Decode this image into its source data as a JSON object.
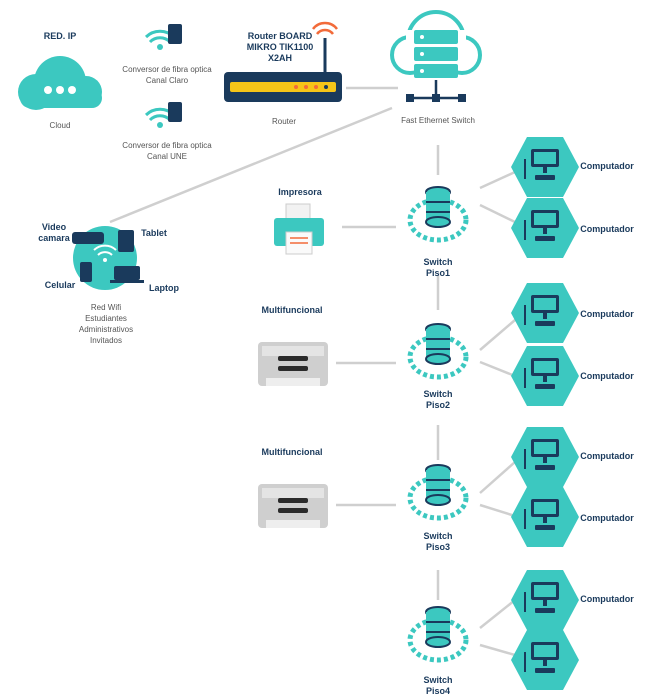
{
  "cloud": {
    "title": "RED. IP",
    "caption": "Cloud"
  },
  "converters": [
    {
      "line1": "Conversor de fibra optica",
      "line2": "Canal Claro"
    },
    {
      "line1": "Conversor de fibra optica",
      "line2": "Canal UNE"
    }
  ],
  "router": {
    "title_lines": [
      "Router BOARD",
      "MIKRO TIK1100",
      "X2AH"
    ],
    "caption": "Router"
  },
  "fast_switch": {
    "caption": "Fast Ethernet Switch"
  },
  "wifi_group": {
    "devices": [
      "Video camara",
      "Tablet",
      "Celular",
      "Laptop"
    ],
    "caption_lines": [
      "Red Wifi",
      "Estudiantes",
      "Administrativos",
      "Invitados"
    ]
  },
  "printers": [
    {
      "label": "Impresora"
    },
    {
      "label": "Multifuncional"
    },
    {
      "label": "Multifuncional"
    }
  ],
  "switches": [
    {
      "line1": "Switch",
      "line2": "Piso1"
    },
    {
      "line1": "Switch",
      "line2": "Piso2"
    },
    {
      "line1": "Switch",
      "line2": "Piso3"
    },
    {
      "line1": "Switch",
      "line2": "Piso4"
    }
  ],
  "computers": [
    {
      "label": "Computador"
    },
    {
      "label": "Computador"
    },
    {
      "label": "Computador"
    },
    {
      "label": "Computador"
    },
    {
      "label": "Computador"
    },
    {
      "label": "Computador"
    },
    {
      "label": "Computador"
    },
    {
      "label": ""
    }
  ],
  "colors": {
    "teal": "#3cc8c0",
    "navy": "#1a3a5c",
    "line": "#cfcfcf",
    "yellow": "#f5c518",
    "orange": "#f26b3a",
    "blue": "#2f9bd6"
  }
}
